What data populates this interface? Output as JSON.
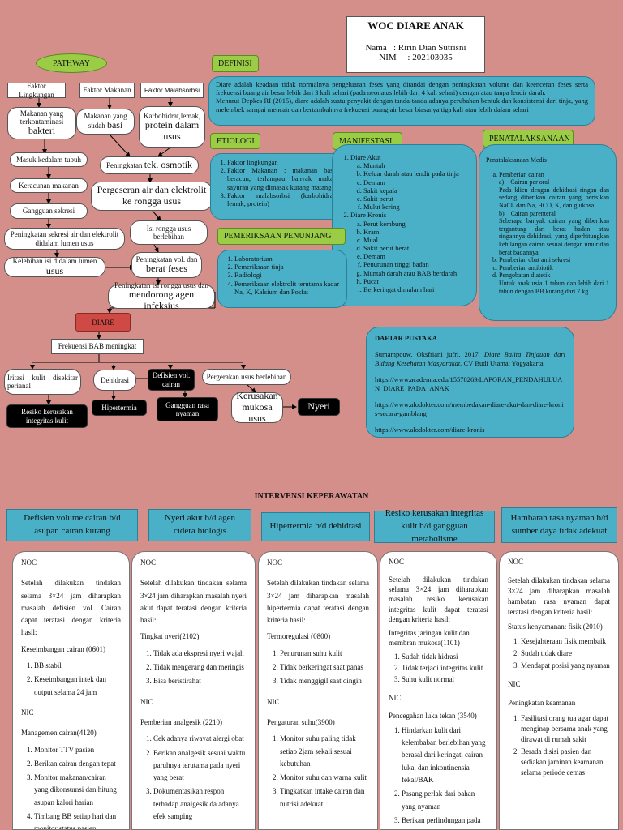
{
  "title": {
    "heading": "WOC DIARE ANAK",
    "name_line": "Nama   : Ririn Dian Sutrisni",
    "nim_line": "NIM     : 202103035"
  },
  "pathway": {
    "label": "PATHWAY",
    "faktor_lingkungan": "Faktor Lingkungan",
    "faktor_makanan": "Faktor Makanan",
    "faktor_malabsorbsi": "Faktor Malabsorbsi",
    "makanan_terkontaminasi_small": "Makanan yang terkontaminasi",
    "makanan_terkontaminasi_big": "bakteri",
    "makanan_basi_small": "Makanan yang sudah",
    "makanan_basi_big": "basi",
    "karbohidrat_small": "Karbohidrat,lemak,",
    "karbohidrat_big": "protein dalam usus",
    "masuk_tubuh": "Masuk kedalam tubuh",
    "keracunan": "Keracunan makanan",
    "gangguan_sekresi": "Gangguan sekresi",
    "peningkatan_sekresi": "Peningkatan sekresi air dan elektrolit didalam lumen usus",
    "kelebihan_isi_small": "Kelebihan isi didalam lumen",
    "kelebihan_isi_big": "usus",
    "tek_osmotik_small": "Peningkatan",
    "tek_osmotik_big": "tek. osmotik",
    "pergeseran": "Pergeseran air dan elektrolit ke rongga usus",
    "isi_rongga": "Isi rongga usus berlebihan",
    "vol_dan": "Peningkatan vol. dan",
    "berat_feses": "berat feses",
    "isi_rongga_small": "Peningkatan isi rongga usus dan",
    "isi_rongga_big": "mendorong agen infeksius",
    "diare": "DIARE",
    "frekuensi_bab": "Frekuensi BAB meningkat",
    "iritasi": "Iritasi kulit disekitar perianal",
    "dehidrasi": "Dehidrasi",
    "defisien_vol": "Defisien vol. cairan",
    "pergerakan_usus": "Pergerakan usus berlebihan",
    "resiko_kerusakan": "Resiko kerusakan integritas kulit",
    "hipertermia": "Hipertermia",
    "gangguan_rasa_nyaman": "Gangguan rasa nyaman",
    "kerusakan_mukosa": "Kerusakan mukosa usus",
    "nyeri": "Nyeri"
  },
  "definisi": {
    "label": "DEFINISI",
    "p1": "Diare adalah keadaan tidak normalnya pengeluaran feses yang ditandai dengan peningkatan volume dan keenceran feses serta frekuensi buang air besar lebih dari 3 kali sehari (pada neonatus lebih dari 4 kali sehari) dengan atau tanpa lendir darah.",
    "p2": "Menurut Depkes RI (2015), diare adalah suatu penyakit dengan tanda-tanda adanya perubahan bentuk dan konsistensi dari tinja, yang melembek sampai mencair dan bertambahnya frekuensi buang air besar biasanya tiga kali atau lebih dalam sehari"
  },
  "etiologi": {
    "label": "ETIOLOGI",
    "items": [
      "Faktor lingkungan",
      "Faktor Makanan : makanan basi, beracun, terlampau banyak makan sayuran yang dimasak kurang matang",
      "Faktor malabsorbsi (karbohidrat, lemak, protein)"
    ]
  },
  "manifestasi": {
    "label": "MANIFESTASI",
    "akut_label": "Diare Akut",
    "akut": [
      "Muntah",
      "Keluar darah atau lendir pada tinja",
      "Demam",
      "Sakit kepala",
      "Sakit perut",
      "Mulut kering"
    ],
    "kronis_label": "Diare Kronis",
    "kronis": [
      "Perut kembung",
      "Kram",
      "Mual",
      "Sakit perut berat",
      "Demam",
      "Penurunan tinggi badan",
      "Muntah darah atau BAB berdarah",
      "Pucat",
      "Berkeringat dimalam hari"
    ]
  },
  "penatalaksanaan": {
    "label": "PENATALAKSANAAN",
    "intro": "Penatalaksanaan Medis",
    "a": "Pemberian cairan",
    "a1": "a)    Cairan per oral",
    "a1_text": "Pada klien dengan dehidrasi ringan dan sedang diberikan cairan yang berisikan NaCL dan Na, HCO, K, dan glukosa.",
    "b1": "b)    Cairan parenteral",
    "b1_text": "Seberapa banyak cairan yang diberikan tergantung dari berat badan atau ringannya dehidrasi, yang diperhitungkan kehilangan cairan sesuai dengan umur dan berat badannya.",
    "b": "Pemberian obat anti sekresi",
    "c": "Pemberian antibiotik",
    "d": "Pengobatan diatetik",
    "d_text": "Untuk anak usia 1 tahun dan lebih dari 1 tahun dengan BB kurang dari 7 kg."
  },
  "pemeriksaan": {
    "label": "PEMERIKSAAN PENUNJANG",
    "items": [
      "Laboratorium",
      "Pemeriksaan tinja",
      "Radiologi",
      "Pemeriksaan elektrolit terutama kadar Na, K, Kalsium dan Posfat"
    ]
  },
  "pustaka": {
    "label": "DAFTAR PUSTAKA",
    "ref1_a": "Sumampouw, Oksfriani jufri. 2017.",
    "ref1_b": "Diare Balita Tinjauan dari Bidang Kesehatan Masyarakat.",
    "ref1_c": "CV Budi Utama: Yogyakarta",
    "link1": "https://www.academia.edu/15578269/LAPORAN_PENDAHULUAN_DIARE_PADA_ANAK",
    "link2": "https://www.alodokter.com/membedakan-diare-akut-dan-diare-kronis-secara-gamblang",
    "link3": "https://www.alodokter.com/diare-kronis"
  },
  "intervensi": {
    "title": "INTERVENSI KEPERAWATAN",
    "headers": [
      "Defisien volume cairan b/d asupan cairan kurang",
      "Nyeri akut b/d agen cidera biologis",
      "Hipertermia b/d dehidrasi",
      "Resiko kerusakan integritas kulit b/d gangguan metabolisme",
      "Hambatan rasa nyaman b/d sumber daya tidak adekuat"
    ],
    "card1": {
      "noc": "NOC",
      "intro": "Setelah dilakukan tindakan selama 3×24 jam diharapkan masalah defisien vol. Cairan dapat teratasi dengan kriteria hasil:",
      "sub": "Keseimbangan cairan (0601)",
      "items": [
        "BB stabil",
        "Keseimbangan intek dan output selama 24 jam"
      ],
      "nic": "NIC",
      "nic_sub": "Managemen cairan(4120)",
      "nic_items": [
        "Monitor TTV pasien",
        "Berikan cairan dengan tepat",
        "Monitor makanan/cairan yang dikonsumsi dan hitung asupan kalori harian",
        "Timbang BB setiap hari dan monitor status pasien"
      ]
    },
    "card2": {
      "noc": "NOC",
      "intro": "Setelah dilakukan tindakan selama 3×24 jam diharapkan masalah nyeri akut dapat teratasi dengan kriteria hasil:",
      "sub": "Tingkat nyeri(2102)",
      "items": [
        "Tidak ada ekspresi nyeri wajah",
        "Tidak mengerang dan meringis",
        "Bisa beristirahat"
      ],
      "nic": "NIC",
      "nic_sub": "Pemberian analgesik (2210)",
      "nic_items": [
        "Cek adanya riwayat alergi obat",
        "Berikan analgesik sesuai waktu paruhnya terutama pada nyeri yang berat",
        "Dokumentasikan respon terhadap analgesik da adanya efek samping"
      ]
    },
    "card3": {
      "noc": "NOC",
      "intro": "Setelah dilakukan tindakan selama 3×24 jam diharapkan masalah hipertermia dapat teratasi dengan kriteria hasil:",
      "sub": "Termoregulasi (0800)",
      "items": [
        "Penurunan suhu kulit",
        "Tidak berkeringat saat panas",
        "Tidak menggigil saat dingin"
      ],
      "nic": "NIC",
      "nic_sub": "Pengaturan suhu(3900)",
      "nic_items": [
        "Monitor suhu paling tidak setiap 2jam sekali sesuai kebutuhan",
        "Monitor suhu dan warna kulit",
        "Tingkatkan intake cairan dan nutrisi adekuat"
      ]
    },
    "card4": {
      "noc": "NOC",
      "intro": "Setelah dilakukan tindakan selama 3×24 jam diharapkan masalah resiko kerusakan integritas kulit dapat teratasi dengan kriteria hasil:",
      "sub": "Integritas jaringan kulit dan membran mukosa(1101)",
      "items": [
        "Sudah tidak hidrasi",
        "Tidak terjadi integritas kulit",
        "Suhu kulit normal"
      ],
      "nic": "NIC",
      "nic_sub": "Pencegahan luka tekan (3540)",
      "nic_items": [
        "Hindarkan kulit dari kelembaban berlebihan yang berasal dari keringat, cairan luka, dan inkontinensia fekal/BAK",
        "Pasang perlak dari bahan yang nyaman",
        "Berikan perlindungan pada kulit seperti krim pelembab atau penyerap cairan untuk"
      ]
    },
    "card5": {
      "noc": "NOC",
      "intro": "Setelah dilakukan tindakan selama 3×24 jam diharapkan masalah hambatan rasa nyaman dapat teratasi dengan kriteria hasil:",
      "sub": "Status kenyamanan: fisik (2010)",
      "items": [
        "Kesejahteraan fisik membaik",
        "Sudah tidak diare",
        "Mendapat posisi yang nyaman"
      ],
      "nic": "NIC",
      "nic_sub": "Peningkatan keamanan",
      "nic_items": [
        "Fasilitasi orang tua agar dapat menginap bersama anak yang dirawat di rumah sakit",
        "Berada disisi pasien dan sediakan jaminan keamanan selama periode cemas"
      ]
    }
  }
}
